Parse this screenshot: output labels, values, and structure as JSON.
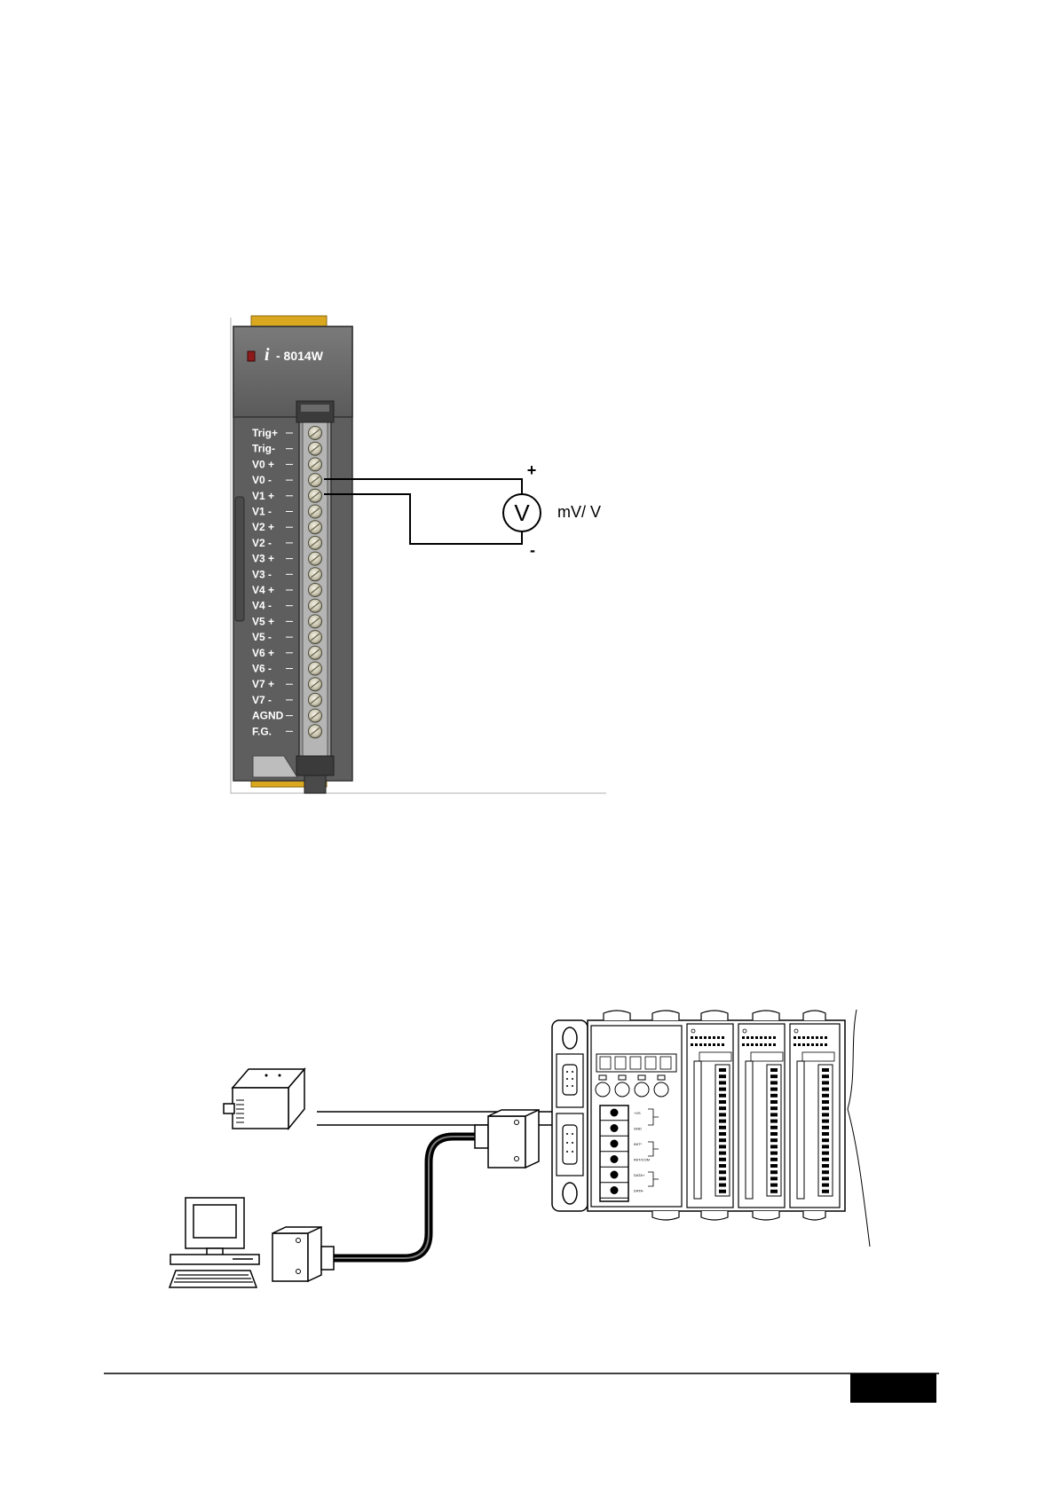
{
  "module": {
    "brand_prefix": "i",
    "model_suffix": "- 8014W",
    "terminals": [
      "Trig+",
      "Trig-",
      "V0 +",
      "V0 -",
      "V1 +",
      "V1 -",
      "V2 +",
      "V2 -",
      "V3 +",
      "V3 -",
      "V4 +",
      "V4 -",
      "V5 +",
      "V5 -",
      "V6 +",
      "V6 -",
      "V7 +",
      "V7 -",
      "AGND",
      "F.G."
    ]
  },
  "meter": {
    "symbol": "V",
    "unit_label": "mV/ V",
    "plus_label": "+",
    "minus_label": "-"
  },
  "controller": {
    "slot_labels": [
      "+VS",
      "GND",
      "INIT*",
      "INIT/COM",
      "DATA+",
      "DATA-"
    ]
  },
  "colors": {
    "module_body": "#5e5e5e",
    "module_head": "#6c6c6c",
    "clip": "#d9a81e",
    "page_tab": "#000000"
  }
}
